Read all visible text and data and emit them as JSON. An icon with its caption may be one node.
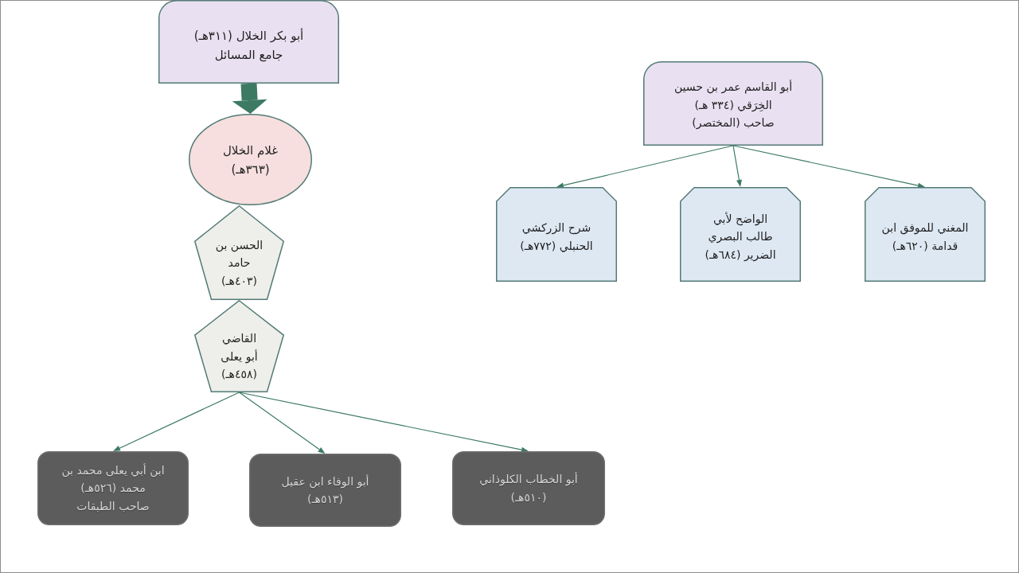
{
  "diagram": {
    "nodes": [
      {
        "text": [
          "أبو بكر الخلال (٣١١هـ)",
          "جامع المسائل"
        ]
      },
      {
        "text": [
          "غلام الخلال (٣٦٣هـ)"
        ]
      },
      {
        "text": [
          "الحسن بن حامد (٤٠٣هـ)"
        ]
      },
      {
        "text": [
          "القاضي أبو يعلى (٤٥٨هـ)"
        ]
      },
      {
        "text": [
          "ابن أبي يعلى محمد بن محمد (٥٢٦هـ)",
          "صاحب الطبقات"
        ]
      },
      {
        "text": [
          "أبو الوفاء ابن عقيل (٥١٣هـ)"
        ]
      },
      {
        "text": [
          "أبو الخطاب الكلوذاني (٥١٠هـ)"
        ]
      },
      {
        "text": [
          "أبو القاسم عمر بن حسين الخِرَقي (٣٣٤ هـ)",
          "صاحب (المختصر)"
        ]
      },
      {
        "text": [
          "شرح الزركشي الحنبلي (٧٧٢هـ)"
        ]
      },
      {
        "text": [
          "الواضح لأبي طالب البصري الضرير (٦٨٤هـ)"
        ]
      },
      {
        "text": [
          "المغني للموفق ابن قدامة (٦٢٠هـ)"
        ]
      }
    ],
    "edges": [
      {
        "from": 0,
        "to": 1,
        "arrow": "to",
        "style": "thick"
      },
      {
        "from": 3,
        "to": 4,
        "arrow": "to"
      },
      {
        "from": 3,
        "to": 5,
        "arrow": "to"
      },
      {
        "from": 3,
        "to": 6,
        "arrow": "to"
      },
      {
        "from": 7,
        "to": 8,
        "arrow": "to"
      },
      {
        "from": 7,
        "to": 9,
        "arrow": "to"
      },
      {
        "from": 7,
        "to": 10,
        "arrow": "to"
      }
    ]
  }
}
